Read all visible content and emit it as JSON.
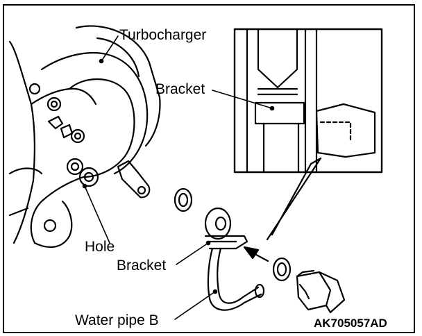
{
  "labels": {
    "turbocharger": "Turbocharger",
    "bracket_top": "Bracket",
    "hole": "Hole",
    "bracket_bottom": "Bracket",
    "water_pipe": "Water pipe B",
    "figure_code": "AK705057AD"
  }
}
